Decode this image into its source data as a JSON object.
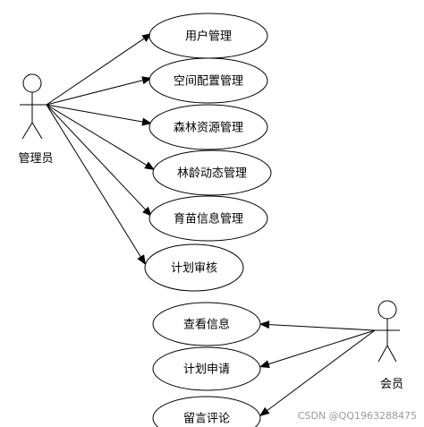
{
  "actors": {
    "admin": {
      "label": "管理员"
    },
    "member": {
      "label": "会员"
    }
  },
  "use_cases": [
    {
      "id": "uc1",
      "label": "用户管理",
      "actor": "admin"
    },
    {
      "id": "uc2",
      "label": "空间配置管理",
      "actor": "admin"
    },
    {
      "id": "uc3",
      "label": "森林资源管理",
      "actor": "admin"
    },
    {
      "id": "uc4",
      "label": "林龄动态管理",
      "actor": "admin"
    },
    {
      "id": "uc5",
      "label": "育苗信息管理",
      "actor": "admin"
    },
    {
      "id": "uc6",
      "label": "计划审核",
      "actor": "admin"
    },
    {
      "id": "uc7",
      "label": "查看信息",
      "actor": "member"
    },
    {
      "id": "uc8",
      "label": "计划申请",
      "actor": "member"
    },
    {
      "id": "uc9",
      "label": "留言评论",
      "actor": "member"
    }
  ],
  "watermark": "CSDN @QQ1963288475",
  "colors": {
    "stroke": "#000000",
    "background": "#ffffff",
    "watermark": "#9a9a9a"
  }
}
